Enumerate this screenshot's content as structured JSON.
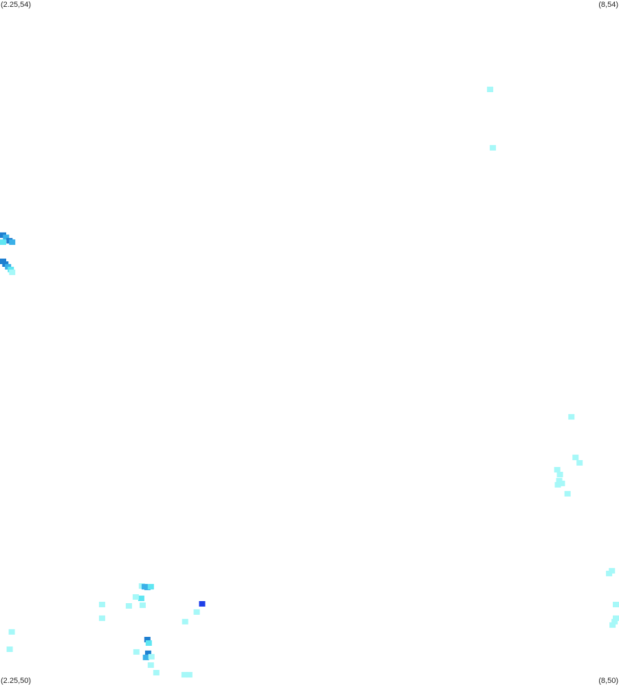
{
  "corners": {
    "top_left": "(2.25,54)",
    "top_right": "(8,54)",
    "bottom_left": "(2.25,50)",
    "bottom_right": "(8,50)"
  },
  "extent": {
    "lon_min": 2.25,
    "lon_max": 8,
    "lat_min": 50,
    "lat_max": 54
  },
  "palette": {
    "light": "#a6f8f8",
    "cyan": "#5fe6f2",
    "mid": "#3ab0e8",
    "dark": "#1e7fd0",
    "deep": "#1f3fe8"
  },
  "cells": [
    {
      "lon": 6.803,
      "lat": 53.478,
      "level": "light"
    },
    {
      "lon": 6.828,
      "lat": 53.137,
      "level": "light"
    },
    {
      "lon": 2.275,
      "lat": 52.627,
      "level": "dark"
    },
    {
      "lon": 2.306,
      "lat": 52.614,
      "level": "mid"
    },
    {
      "lon": 2.338,
      "lat": 52.594,
      "level": "dark"
    },
    {
      "lon": 2.363,
      "lat": 52.586,
      "level": "mid"
    },
    {
      "lon": 2.255,
      "lat": 52.586,
      "level": "cyan"
    },
    {
      "lon": 2.275,
      "lat": 52.474,
      "level": "dark"
    },
    {
      "lon": 2.3,
      "lat": 52.458,
      "level": "dark"
    },
    {
      "lon": 2.325,
      "lat": 52.442,
      "level": "mid"
    },
    {
      "lon": 2.35,
      "lat": 52.426,
      "level": "cyan"
    },
    {
      "lon": 2.363,
      "lat": 52.41,
      "level": "light"
    },
    {
      "lon": 7.558,
      "lat": 51.566,
      "level": "light"
    },
    {
      "lon": 7.596,
      "lat": 51.329,
      "level": "light"
    },
    {
      "lon": 7.634,
      "lat": 51.297,
      "level": "light"
    },
    {
      "lon": 7.426,
      "lat": 51.257,
      "level": "light"
    },
    {
      "lon": 7.451,
      "lat": 51.229,
      "level": "light"
    },
    {
      "lon": 7.445,
      "lat": 51.193,
      "level": "light"
    },
    {
      "lon": 7.47,
      "lat": 51.177,
      "level": "light"
    },
    {
      "lon": 7.432,
      "lat": 51.169,
      "level": "light"
    },
    {
      "lon": 7.522,
      "lat": 51.117,
      "level": "light"
    },
    {
      "lon": 3.568,
      "lat": 50.578,
      "level": "light"
    },
    {
      "lon": 3.594,
      "lat": 50.574,
      "level": "mid"
    },
    {
      "lon": 3.619,
      "lat": 50.57,
      "level": "mid"
    },
    {
      "lon": 3.651,
      "lat": 50.574,
      "level": "cyan"
    },
    {
      "lon": 3.562,
      "lat": 50.506,
      "level": "cyan"
    },
    {
      "lon": 3.511,
      "lat": 50.514,
      "level": "light"
    },
    {
      "lon": 3.447,
      "lat": 50.462,
      "level": "light"
    },
    {
      "lon": 3.575,
      "lat": 50.466,
      "level": "light"
    },
    {
      "lon": 3.198,
      "lat": 50.47,
      "level": "light"
    },
    {
      "lon": 3.198,
      "lat": 50.39,
      "level": "light"
    },
    {
      "lon": 4.128,
      "lat": 50.474,
      "level": "deep"
    },
    {
      "lon": 4.077,
      "lat": 50.426,
      "level": "light"
    },
    {
      "lon": 3.97,
      "lat": 50.37,
      "level": "light"
    },
    {
      "lon": 3.619,
      "lat": 50.265,
      "level": "dark"
    },
    {
      "lon": 3.632,
      "lat": 50.245,
      "level": "cyan"
    },
    {
      "lon": 3.626,
      "lat": 50.185,
      "level": "dark"
    },
    {
      "lon": 3.606,
      "lat": 50.161,
      "level": "mid"
    },
    {
      "lon": 3.657,
      "lat": 50.165,
      "level": "light"
    },
    {
      "lon": 3.517,
      "lat": 50.193,
      "level": "light"
    },
    {
      "lon": 3.651,
      "lat": 50.116,
      "level": "light"
    },
    {
      "lon": 3.702,
      "lat": 50.072,
      "level": "light"
    },
    {
      "lon": 3.964,
      "lat": 50.06,
      "level": "light"
    },
    {
      "lon": 4.009,
      "lat": 50.06,
      "level": "light"
    },
    {
      "lon": 2.359,
      "lat": 50.31,
      "level": "light"
    },
    {
      "lon": 2.34,
      "lat": 50.209,
      "level": "light"
    },
    {
      "lon": 7.991,
      "lat": 50.47,
      "level": "light"
    },
    {
      "lon": 7.991,
      "lat": 50.39,
      "level": "light"
    },
    {
      "lon": 7.959,
      "lat": 50.37,
      "level": "light"
    },
    {
      "lon": 7.94,
      "lat": 50.35,
      "level": "light"
    },
    {
      "lon": 7.908,
      "lat": 50.651,
      "level": "light"
    },
    {
      "lon": 7.934,
      "lat": 50.667,
      "level": "light"
    }
  ]
}
